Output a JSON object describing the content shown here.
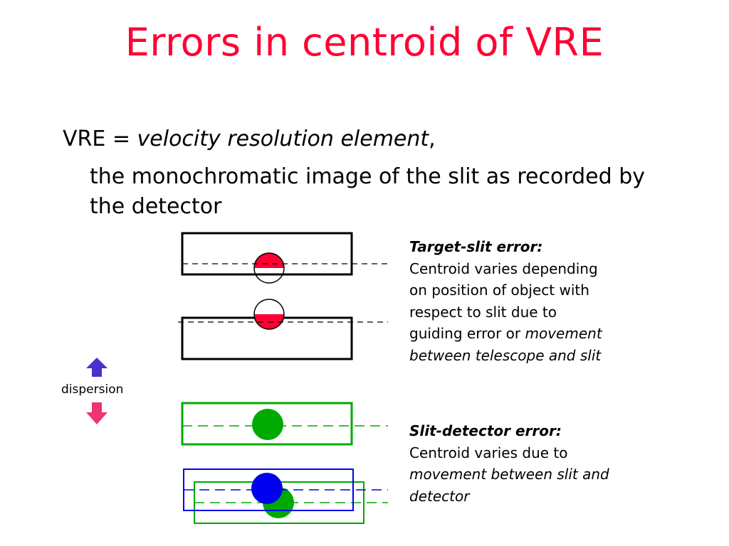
{
  "title": "Errors in centroid of VRE",
  "definition": {
    "prefix": "VRE = ",
    "term": "velocity resolution element",
    "suffix": ",",
    "description": "the monochromatic image of the slit as recorded by the detector"
  },
  "target_slit": {
    "heading": "Target-slit error:",
    "line1": "Centroid varies depending",
    "line2": "on position of object with",
    "line3": "respect to slit due to",
    "line4a": "guiding error or ",
    "line4b": "movement",
    "line5": "between telescope and slit"
  },
  "slit_detector": {
    "heading": "Slit-detector error:",
    "line1": "Centroid varies due to",
    "line2": "movement between slit and",
    "line3": "detector"
  },
  "dispersion_label": "dispersion",
  "colors": {
    "title": "#ff0033",
    "object_red": "#ff0033",
    "green": "#00aa00",
    "blue": "#0000ee",
    "arrow_up": "#4433cc",
    "arrow_down": "#ee3377"
  }
}
